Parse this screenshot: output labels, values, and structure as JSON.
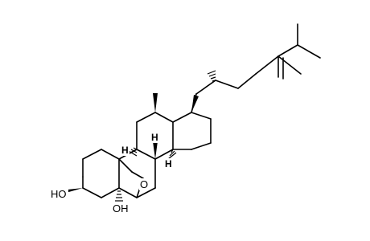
{
  "molecule": {
    "atom_labels": {
      "oh_3": "HO",
      "oh_5": "OH",
      "epoxy_o": "O",
      "h_8": "H",
      "h_9": "H",
      "h_14": "H"
    },
    "colors": {
      "bond": "#000000",
      "text": "#000000",
      "background": "#ffffff"
    }
  }
}
